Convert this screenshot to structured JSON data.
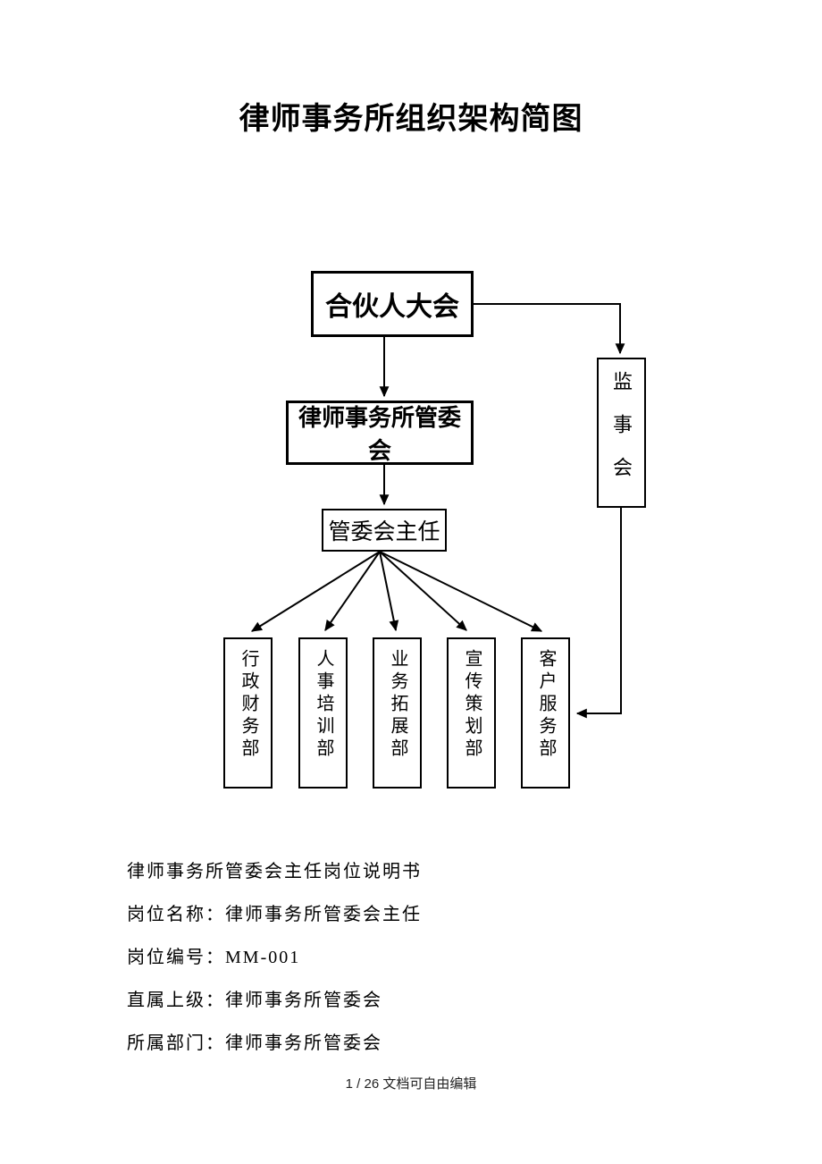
{
  "title": "律师事务所组织架构简图",
  "chart": {
    "nodes": {
      "partners_meeting": "合伙人大会",
      "management_committee": "律师事务所管委会",
      "committee_director": "管委会主任",
      "supervisory_board": "监事会",
      "departments": [
        {
          "label": "行政财务部"
        },
        {
          "label": "人事培训部"
        },
        {
          "label": "业务拓展部"
        },
        {
          "label": "宣传策划部"
        },
        {
          "label": "客户服务部"
        }
      ]
    },
    "edges": [
      {
        "from": "合伙人大会",
        "to": "律师事务所管委会",
        "style": "arrow-down"
      },
      {
        "from": "合伙人大会",
        "to": "监事会",
        "style": "elbow-right-down-arrow"
      },
      {
        "from": "律师事务所管委会",
        "to": "管委会主任",
        "style": "arrow-down"
      },
      {
        "from": "管委会主任",
        "to": "行政财务部",
        "style": "fan-arrow"
      },
      {
        "from": "管委会主任",
        "to": "人事培训部",
        "style": "fan-arrow"
      },
      {
        "from": "管委会主任",
        "to": "业务拓展部",
        "style": "fan-arrow"
      },
      {
        "from": "管委会主任",
        "to": "宣传策划部",
        "style": "fan-arrow"
      },
      {
        "from": "管委会主任",
        "to": "客户服务部",
        "style": "fan-arrow"
      },
      {
        "from": "监事会",
        "to": "客户服务部",
        "style": "elbow-down-left-arrow"
      }
    ],
    "line_color": "#000000"
  },
  "body_text": {
    "lines": [
      "律师事务所管委会主任岗位说明书",
      "岗位名称：律师事务所管委会主任",
      "岗位编号：MM-001",
      "直属上级：律师事务所管委会",
      "所属部门：律师事务所管委会"
    ]
  },
  "footer": {
    "text": "1 / 26 文档可自由编辑"
  },
  "colors": {
    "background": "#ffffff",
    "text": "#000000",
    "footer_text": "#222222"
  }
}
